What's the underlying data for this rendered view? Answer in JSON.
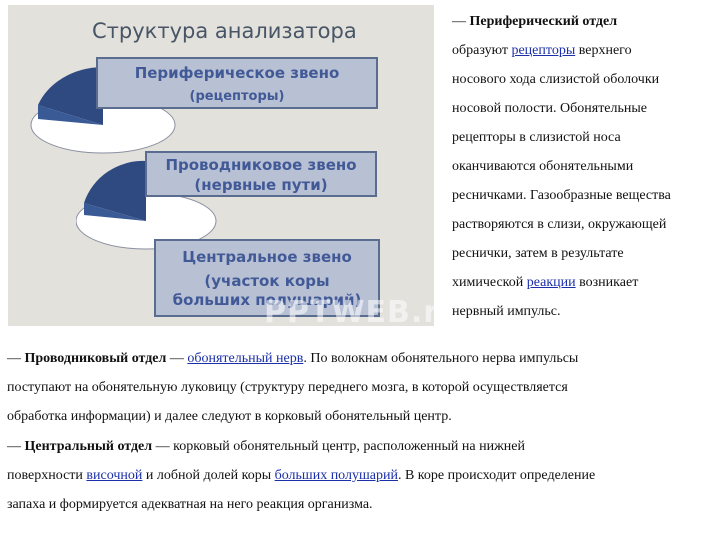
{
  "figure": {
    "title": "Структура анализатора",
    "panels": [
      {
        "line1": "Периферическое звено",
        "line2": "(рецепторы)"
      },
      {
        "line1": "Проводниковое звено",
        "line2": "(нервные пути)"
      },
      {
        "line1": "Центральное звено",
        "line2": "(участок коры больших полушарий)"
      }
    ],
    "watermark": "PPTWEB.ru",
    "colors": {
      "panel_fill": "#b8c0d3",
      "panel_text": "#415a97",
      "title_text": "#475567",
      "disc_dark": "#2e4a80",
      "background": "#e3e1db"
    }
  },
  "side_text": {
    "dash": "—",
    "heading": "Периферический отдел",
    "l2a": "образуют ",
    "l2_link": "рецепторы",
    "l2b": " верхнего",
    "l3": "носового хода слизистой оболочки",
    "l4": "носовой полости.  Обонятельные",
    "l5": "рецепторы в слизистой носа",
    "l6": "оканчиваются обонятельными",
    "l7": "ресничками. Газообразные вещества",
    "l8": "растворяются в слизи, окружающей",
    "l9": "реснички, затем в результате",
    "l10a": "химической ",
    "l10_link": "реакции",
    "l10b": " возникает",
    "l11": "нервный импульс."
  },
  "bottom_text": {
    "p1_dash": "— ",
    "p1_heading": "Проводниковый отдел",
    "p1_mid": " — ",
    "p1_link": "обонятельный нерв",
    "p1_rest": ".  По волокнам обонятельного нерва импульсы",
    "p1_l2": "поступают на обонятельную луковицу (структуру переднего мозга, в которой осуществляется",
    "p1_l3": "обработка информации) и далее следуют в корковый обонятельный центр.",
    "p2_dash": "— ",
    "p2_heading": "Центральный отдел",
    "p2_rest": " — корковый обонятельный центр, расположенный на нижней",
    "p2_l2a": "поверхности ",
    "p2_link1": "височной",
    "p2_l2b": " и лобной долей коры ",
    "p2_link2": "больших полушарий",
    "p2_l2c": ". В коре происходит определение",
    "p2_l3": "запаха и формируется адекватная на него реакция организма."
  }
}
